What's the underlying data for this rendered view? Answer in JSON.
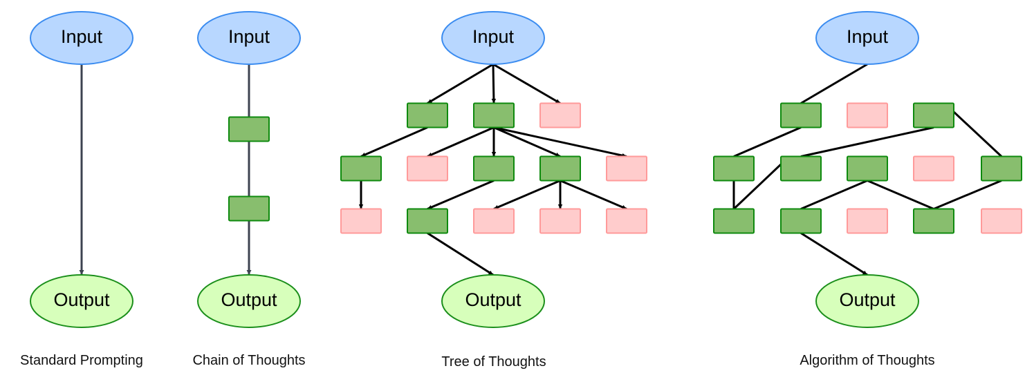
{
  "colors": {
    "input_fill": "#b8d7ff",
    "input_stroke": "#3b8cf0",
    "output_fill": "#d7ffbb",
    "output_stroke": "#1b8f1b",
    "good_thought_fill": "#88be6e",
    "good_thought_stroke": "#0e8a0e",
    "bad_thought_fill": "#ffcccc",
    "bad_thought_stroke": "#ff9a9a",
    "edge": "#000000"
  },
  "diagrams": [
    {
      "id": "standard",
      "caption": "Standard Prompting",
      "input_label": "Input",
      "output_label": "Output",
      "thoughts": [],
      "edges": [
        [
          "input",
          "output",
          "arrow"
        ]
      ]
    },
    {
      "id": "chain",
      "caption": "Chain of Thoughts",
      "input_label": "Input",
      "output_label": "Output",
      "thoughts": [
        {
          "id": "c1",
          "status": "good",
          "row": 1,
          "col": 0
        },
        {
          "id": "c2",
          "status": "good",
          "row": 2,
          "col": 0
        }
      ],
      "edges": [
        [
          "input",
          "c1",
          "line"
        ],
        [
          "c1",
          "c2",
          "line"
        ],
        [
          "c2",
          "output",
          "arrow"
        ]
      ]
    },
    {
      "id": "tree",
      "caption": "Tree of Thoughts",
      "input_label": "Input",
      "output_label": "Output",
      "thoughts": [
        {
          "id": "t1a",
          "status": "good",
          "row": 1,
          "col": 1
        },
        {
          "id": "t1b",
          "status": "good",
          "row": 1,
          "col": 2
        },
        {
          "id": "t1c",
          "status": "bad",
          "row": 1,
          "col": 3
        },
        {
          "id": "t2a",
          "status": "good",
          "row": 2,
          "col": 0
        },
        {
          "id": "t2b",
          "status": "bad",
          "row": 2,
          "col": 1
        },
        {
          "id": "t2c",
          "status": "good",
          "row": 2,
          "col": 2
        },
        {
          "id": "t2d",
          "status": "good",
          "row": 2,
          "col": 3
        },
        {
          "id": "t2e",
          "status": "bad",
          "row": 2,
          "col": 4
        },
        {
          "id": "t3a",
          "status": "bad",
          "row": 3,
          "col": 0
        },
        {
          "id": "t3b",
          "status": "good",
          "row": 3,
          "col": 1
        },
        {
          "id": "t3c",
          "status": "bad",
          "row": 3,
          "col": 2
        },
        {
          "id": "t3d",
          "status": "bad",
          "row": 3,
          "col": 3
        },
        {
          "id": "t3e",
          "status": "bad",
          "row": 3,
          "col": 4
        }
      ],
      "edges": [
        [
          "input",
          "t1a",
          "arrow"
        ],
        [
          "input",
          "t1b",
          "arrow"
        ],
        [
          "input",
          "t1c",
          "arrow"
        ],
        [
          "t1a",
          "t2a",
          "arrow"
        ],
        [
          "t1b",
          "t2b",
          "arrow"
        ],
        [
          "t1b",
          "t2c",
          "arrow"
        ],
        [
          "t1b",
          "t2d",
          "arrow"
        ],
        [
          "t1b",
          "t2e",
          "arrow"
        ],
        [
          "t2a",
          "t3a",
          "arrow"
        ],
        [
          "t2c",
          "t3b",
          "arrow"
        ],
        [
          "t2d",
          "t3c",
          "arrow"
        ],
        [
          "t2d",
          "t3d",
          "arrow"
        ],
        [
          "t2d",
          "t3e",
          "arrow"
        ],
        [
          "t3b",
          "output",
          "arrow"
        ]
      ]
    },
    {
      "id": "algorithm",
      "caption": "Algorithm of Thoughts",
      "input_label": "Input",
      "output_label": "Output",
      "thoughts": [
        {
          "id": "a1a",
          "status": "good",
          "row": 1,
          "col": 1
        },
        {
          "id": "a1b",
          "status": "bad",
          "row": 1,
          "col": 2
        },
        {
          "id": "a1c",
          "status": "good",
          "row": 1,
          "col": 3
        },
        {
          "id": "a2a",
          "status": "good",
          "row": 2,
          "col": 0
        },
        {
          "id": "a2b",
          "status": "good",
          "row": 2,
          "col": 1
        },
        {
          "id": "a2c",
          "status": "good",
          "row": 2,
          "col": 2
        },
        {
          "id": "a2d",
          "status": "bad",
          "row": 2,
          "col": 3
        },
        {
          "id": "a2e",
          "status": "good",
          "row": 2,
          "col": 4
        },
        {
          "id": "a3a",
          "status": "good",
          "row": 3,
          "col": 0
        },
        {
          "id": "a3b",
          "status": "good",
          "row": 3,
          "col": 1
        },
        {
          "id": "a3c",
          "status": "bad",
          "row": 3,
          "col": 2
        },
        {
          "id": "a3d",
          "status": "good",
          "row": 3,
          "col": 3
        },
        {
          "id": "a3e",
          "status": "bad",
          "row": 3,
          "col": 4
        }
      ],
      "edges": [
        [
          "input",
          "a1a",
          "line"
        ],
        [
          "a1a",
          "a2a",
          "line"
        ],
        [
          "a2a",
          "a3a",
          "line"
        ],
        [
          "a3a",
          "a2b",
          "line"
        ],
        [
          "a2b",
          "a1c",
          "line"
        ],
        [
          "a1c",
          "a2e",
          "line"
        ],
        [
          "a2e",
          "a3d",
          "line"
        ],
        [
          "a3d",
          "a2c",
          "line"
        ],
        [
          "a2c",
          "a3b",
          "line"
        ],
        [
          "a3b",
          "output",
          "arrow"
        ]
      ]
    }
  ]
}
